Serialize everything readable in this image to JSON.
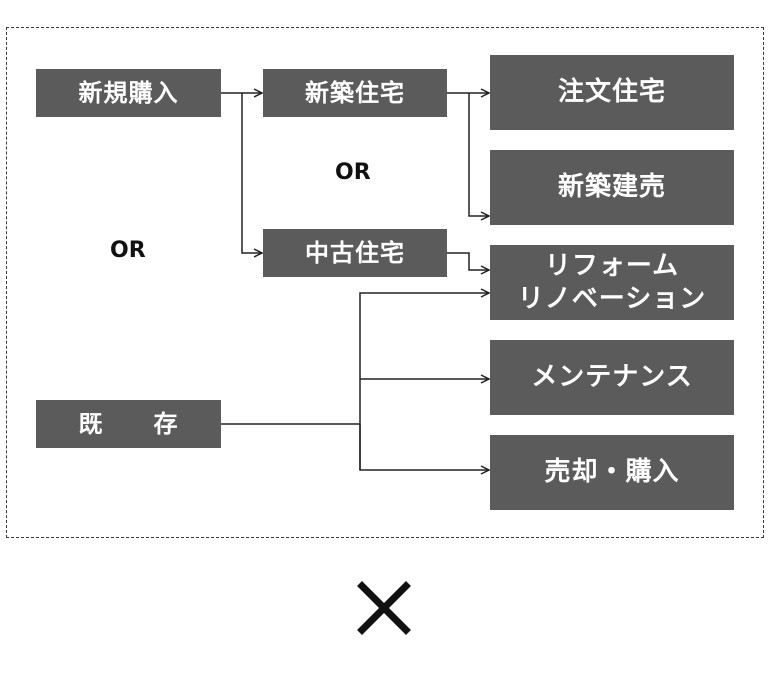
{
  "sources": {
    "new_purchase": "新規購入",
    "existing": "既　　存"
  },
  "types": {
    "new_house": "新築住宅",
    "used_house": "中古住宅"
  },
  "outcomes": {
    "custom_house": "注文住宅",
    "new_built_sale": "新築建売",
    "reform": "リフォーム\nリノベーション",
    "maintenance": "メンテナンス",
    "sell_buy": "売却・購入"
  },
  "or_labels": {
    "left": "OR",
    "center": "OR"
  },
  "colors": {
    "box": "#5b5b5b",
    "line": "#222222"
  },
  "icons": {
    "bottom": "close-icon"
  }
}
